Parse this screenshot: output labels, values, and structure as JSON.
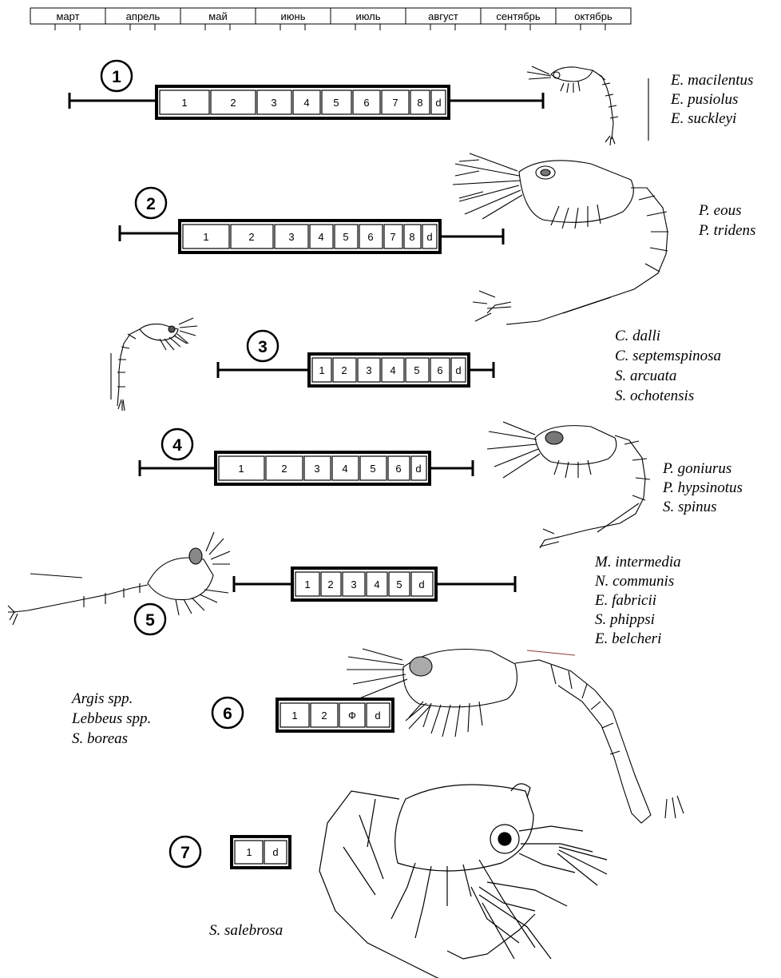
{
  "months": [
    "март",
    "апрель",
    "май",
    "июнь",
    "июль",
    "август",
    "сентябрь",
    "октябрь"
  ],
  "groups": [
    {
      "number": "1",
      "stages": [
        "1",
        "2",
        "3",
        "4",
        "5",
        "6",
        "7",
        "8",
        "d"
      ],
      "species": [
        "E. macilentus",
        "E. pusiolus",
        "E. suckleyi"
      ]
    },
    {
      "number": "2",
      "stages": [
        "1",
        "2",
        "3",
        "4",
        "5",
        "6",
        "7",
        "8",
        "d"
      ],
      "species": [
        "P. eous",
        "P. tridens"
      ]
    },
    {
      "number": "3",
      "stages": [
        "1",
        "2",
        "3",
        "4",
        "5",
        "6",
        "d"
      ],
      "species": [
        "C. dalli",
        "C. septemspinosa",
        "S. arcuata",
        "S. ochotensis"
      ]
    },
    {
      "number": "4",
      "stages": [
        "1",
        "2",
        "3",
        "4",
        "5",
        "6",
        "d"
      ],
      "species": [
        "P. goniurus",
        "P. hypsinotus",
        "S. spinus"
      ]
    },
    {
      "number": "5",
      "stages": [
        "1",
        "2",
        "3",
        "4",
        "5",
        "d"
      ],
      "species": [
        "M. intermedia",
        "N. communis",
        "E. fabricii",
        "S. phippsi",
        "E. belcheri"
      ]
    },
    {
      "number": "6",
      "stages": [
        "1",
        "2",
        "Ф",
        "d"
      ],
      "species": [
        "Argis spp.",
        "Lebbeus spp.",
        "S. boreas"
      ]
    },
    {
      "number": "7",
      "stages": [
        "1",
        "d"
      ],
      "species": [
        "S. salebrosa"
      ]
    }
  ]
}
